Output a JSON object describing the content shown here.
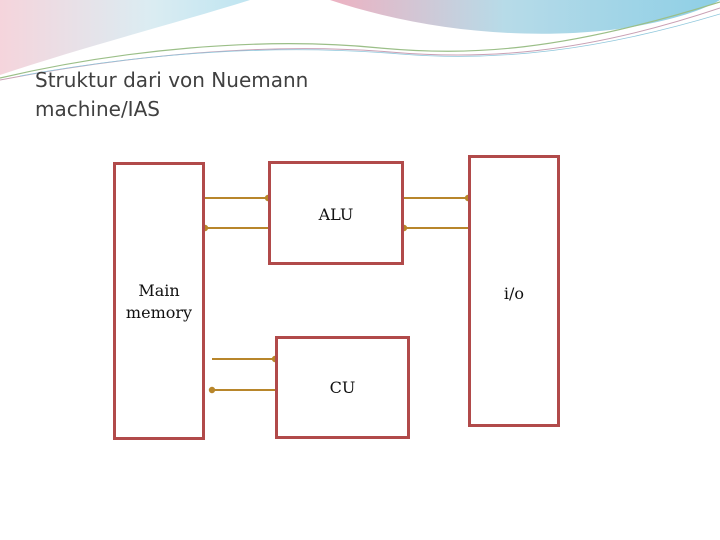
{
  "slide": {
    "title": "Struktur dari von Nuemann machine/IAS"
  },
  "diagram": {
    "blocks": {
      "main_memory": "Main\nmemory",
      "alu": "ALU",
      "cu": "CU",
      "io": "i/o"
    },
    "connector_color": "#b8862b",
    "block_border_color": "#b14a4a"
  },
  "theme": {
    "decor_colors": [
      "#e8a0b0",
      "#9fd3e6",
      "#bcd8a8",
      "#d9a3b8"
    ]
  }
}
